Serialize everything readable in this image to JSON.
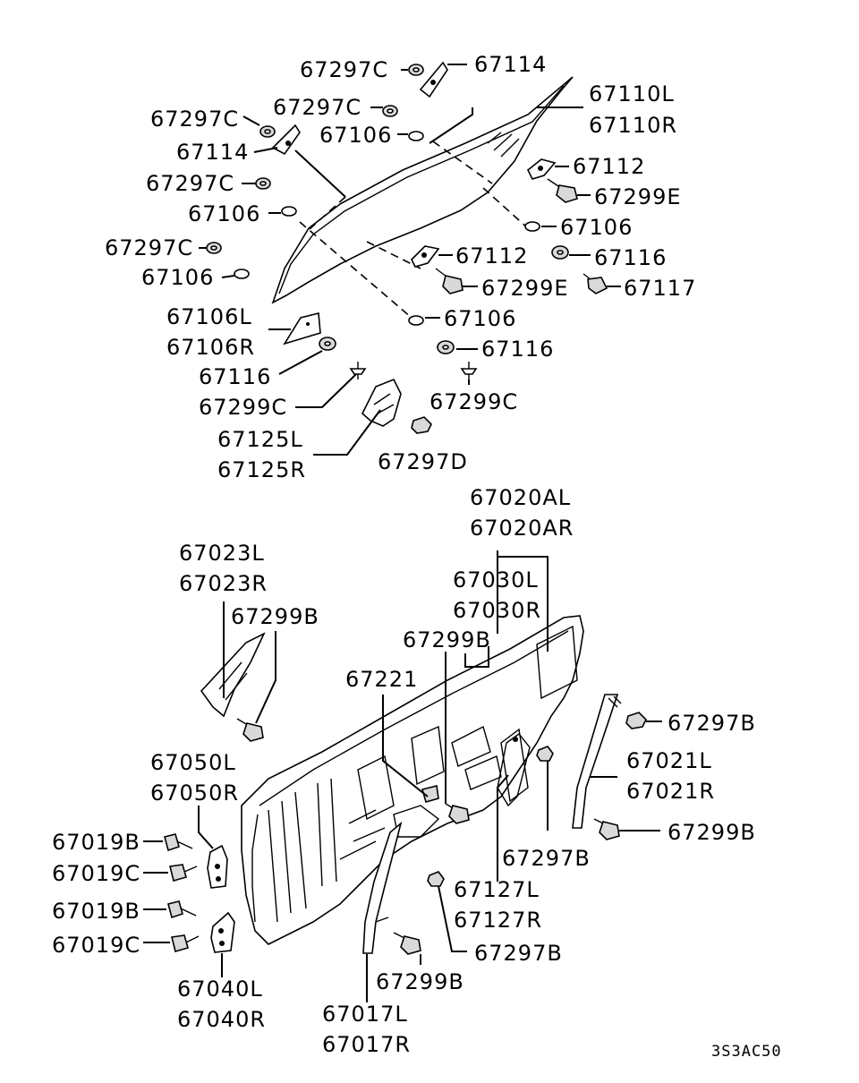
{
  "labels": {
    "l67297c_1": "67297C",
    "l67114_1": "67114",
    "l67297c_2": "67297C",
    "l67110l": "67110L",
    "l67297c_3": "67297C",
    "l67106_1": "67106",
    "l67110r": "67110R",
    "l67114_2": "67114",
    "l67112_1": "67112",
    "l67297c_4": "67297C",
    "l67299e_1": "67299E",
    "l67106_2": "67106",
    "l67106_3": "67106",
    "l67297c_5": "67297C",
    "l67112_2": "67112",
    "l67116_1": "67116",
    "l67106_4": "67106",
    "l67299e_2": "67299E",
    "l67117": "67117",
    "l67106l": "67106L",
    "l67106_5": "67106",
    "l67106r": "67106R",
    "l67116_2": "67116",
    "l67116_3": "67116",
    "l67299c_1": "67299C",
    "l67299c_2": "67299C",
    "l67125l": "67125L",
    "l67125r": "67125R",
    "l67297d": "67297D",
    "l67020al": "67020AL",
    "l67020ar": "67020AR",
    "l67023l": "67023L",
    "l67030l": "67030L",
    "l67023r": "67023R",
    "l67030r": "67030R",
    "l67299b_1": "67299B",
    "l67299b_2": "67299B",
    "l67221": "67221",
    "l67297b_1": "67297B",
    "l67050l": "67050L",
    "l67021l": "67021L",
    "l67050r": "67050R",
    "l67021r": "67021R",
    "l67019b_1": "67019B",
    "l67299b_3": "67299B",
    "l67297b_2": "67297B",
    "l67019c_1": "67019C",
    "l67127l": "67127L",
    "l67019b_2": "67019B",
    "l67127r": "67127R",
    "l67019c_2": "67019C",
    "l67297b_3": "67297B",
    "l67040l": "67040L",
    "l67299b_4": "67299B",
    "l67040r": "67040R",
    "l67017l": "67017L",
    "l67017r": "67017R"
  },
  "diagram_code": "3S3AC50"
}
